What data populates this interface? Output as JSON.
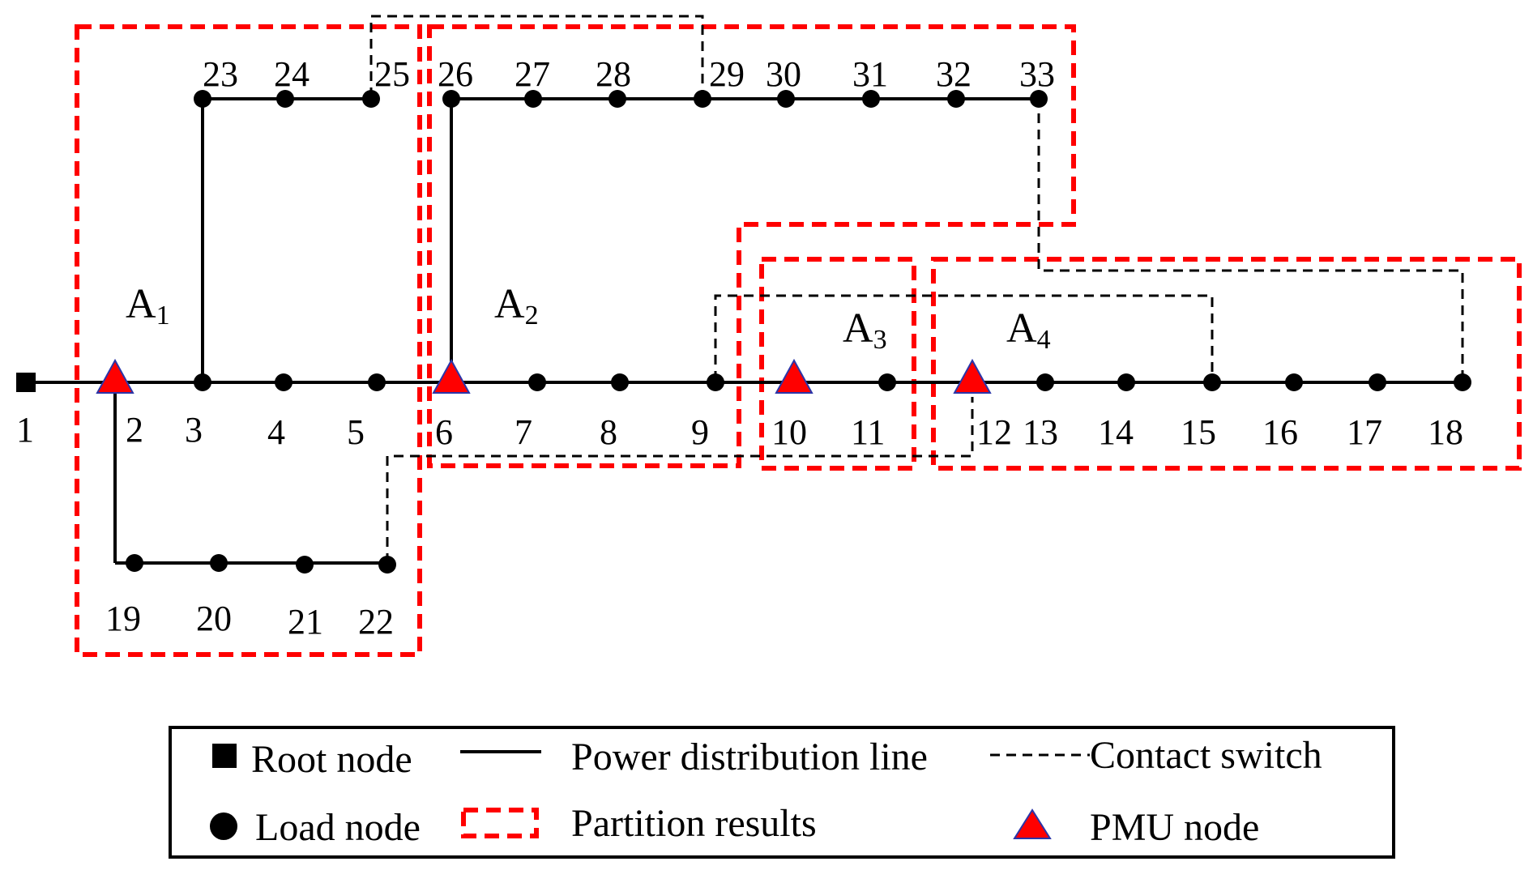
{
  "colors": {
    "partition": "#ff0000",
    "pmu_fill": "#ff0000",
    "pmu_stroke": "#2b35a8",
    "line": "#000000"
  },
  "root_node": "1",
  "node_labels": [
    "1",
    "2",
    "3",
    "4",
    "5",
    "6",
    "7",
    "8",
    "9",
    "10",
    "11",
    "12",
    "13",
    "14",
    "15",
    "16",
    "17",
    "18",
    "19",
    "20",
    "21",
    "22",
    "23",
    "24",
    "25",
    "26",
    "27",
    "28",
    "29",
    "30",
    "31",
    "32",
    "33"
  ],
  "pmu_nodes": [
    "2",
    "6",
    "10",
    "12"
  ],
  "areas": [
    {
      "main": "A",
      "sub": "1"
    },
    {
      "main": "A",
      "sub": "2"
    },
    {
      "main": "A",
      "sub": "3"
    },
    {
      "main": "A",
      "sub": "4"
    }
  ],
  "legend": {
    "root_node": "Root node",
    "power_line": "Power distribution line",
    "contact_switch": "Contact switch",
    "load_node": "Load node",
    "partition": "Partition results",
    "pmu_node": "PMU node"
  }
}
